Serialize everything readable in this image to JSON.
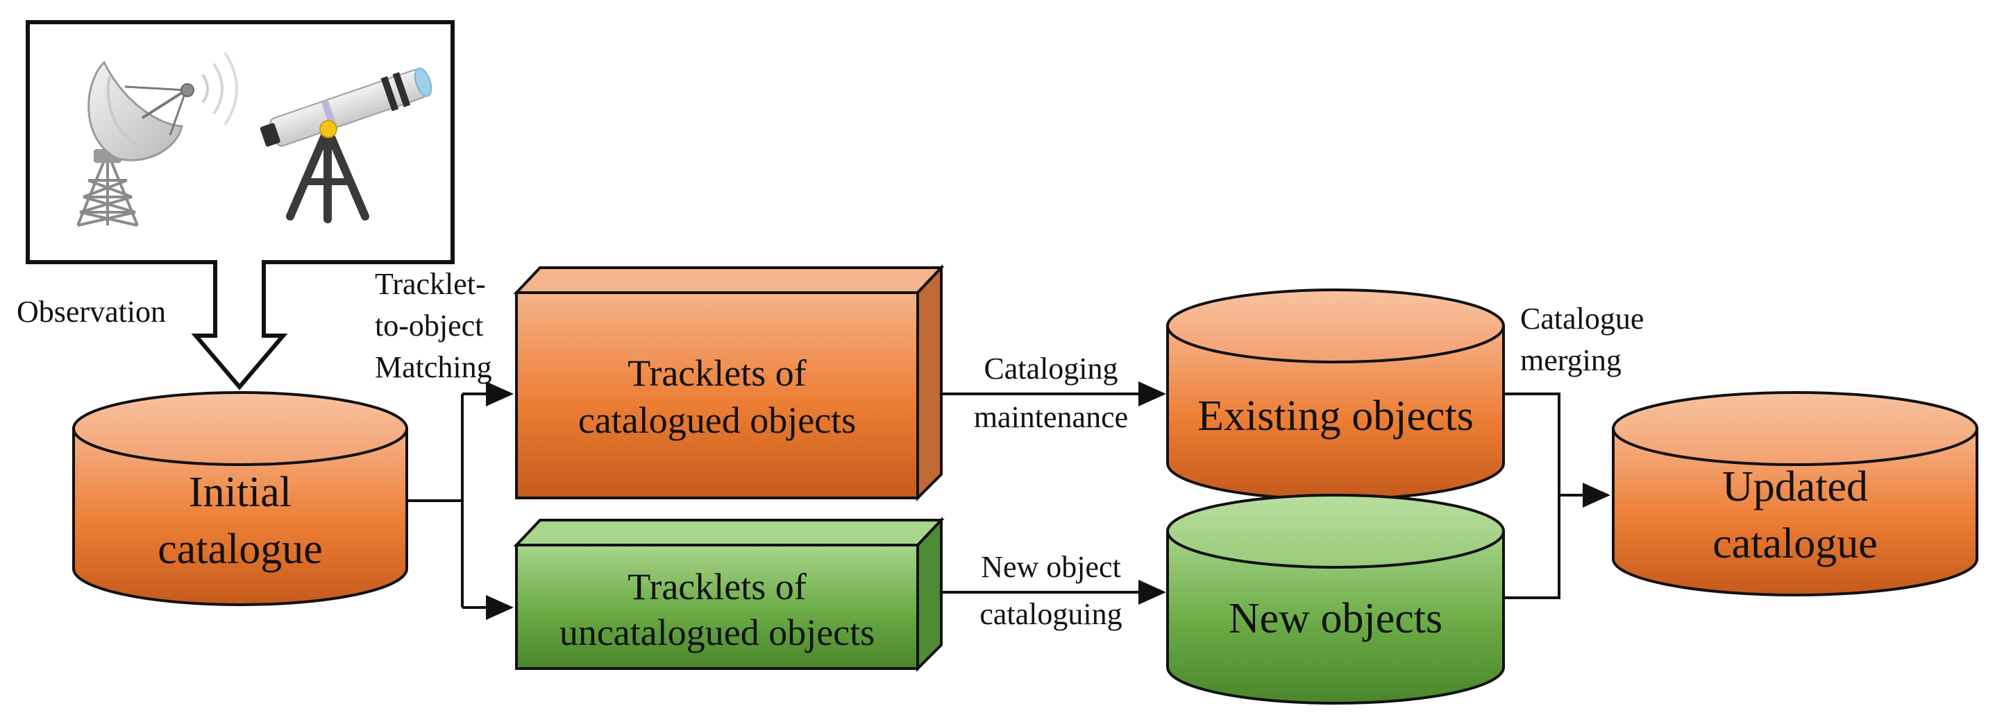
{
  "observation_label": "Observation",
  "matching_label": [
    "Tracklet-",
    "to-object",
    "Matching"
  ],
  "nodes": {
    "initial_catalogue": [
      "Initial",
      "catalogue"
    ],
    "tracklets_catalogued": [
      "Tracklets of",
      "catalogued objects"
    ],
    "tracklets_uncatalogued": [
      "Tracklets of",
      "uncatalogued objects"
    ],
    "existing_objects": [
      "Existing objects"
    ],
    "new_objects": [
      "New objects"
    ],
    "updated_catalogue": [
      "Updated",
      "catalogue"
    ]
  },
  "edges": {
    "cataloging_maintenance": [
      "Cataloging",
      "maintenance"
    ],
    "new_object_cataloguing": [
      "New object",
      "cataloguing"
    ],
    "catalogue_merging": [
      "Catalogue",
      "merging"
    ]
  },
  "icons": [
    "radar-dish-icon",
    "telescope-icon"
  ],
  "colors": {
    "orange_light": "#f5b58a",
    "orange_dark": "#c65d1e",
    "green_light": "#a9d68c",
    "green_dark": "#4e8a2e",
    "outline": "#111111"
  }
}
